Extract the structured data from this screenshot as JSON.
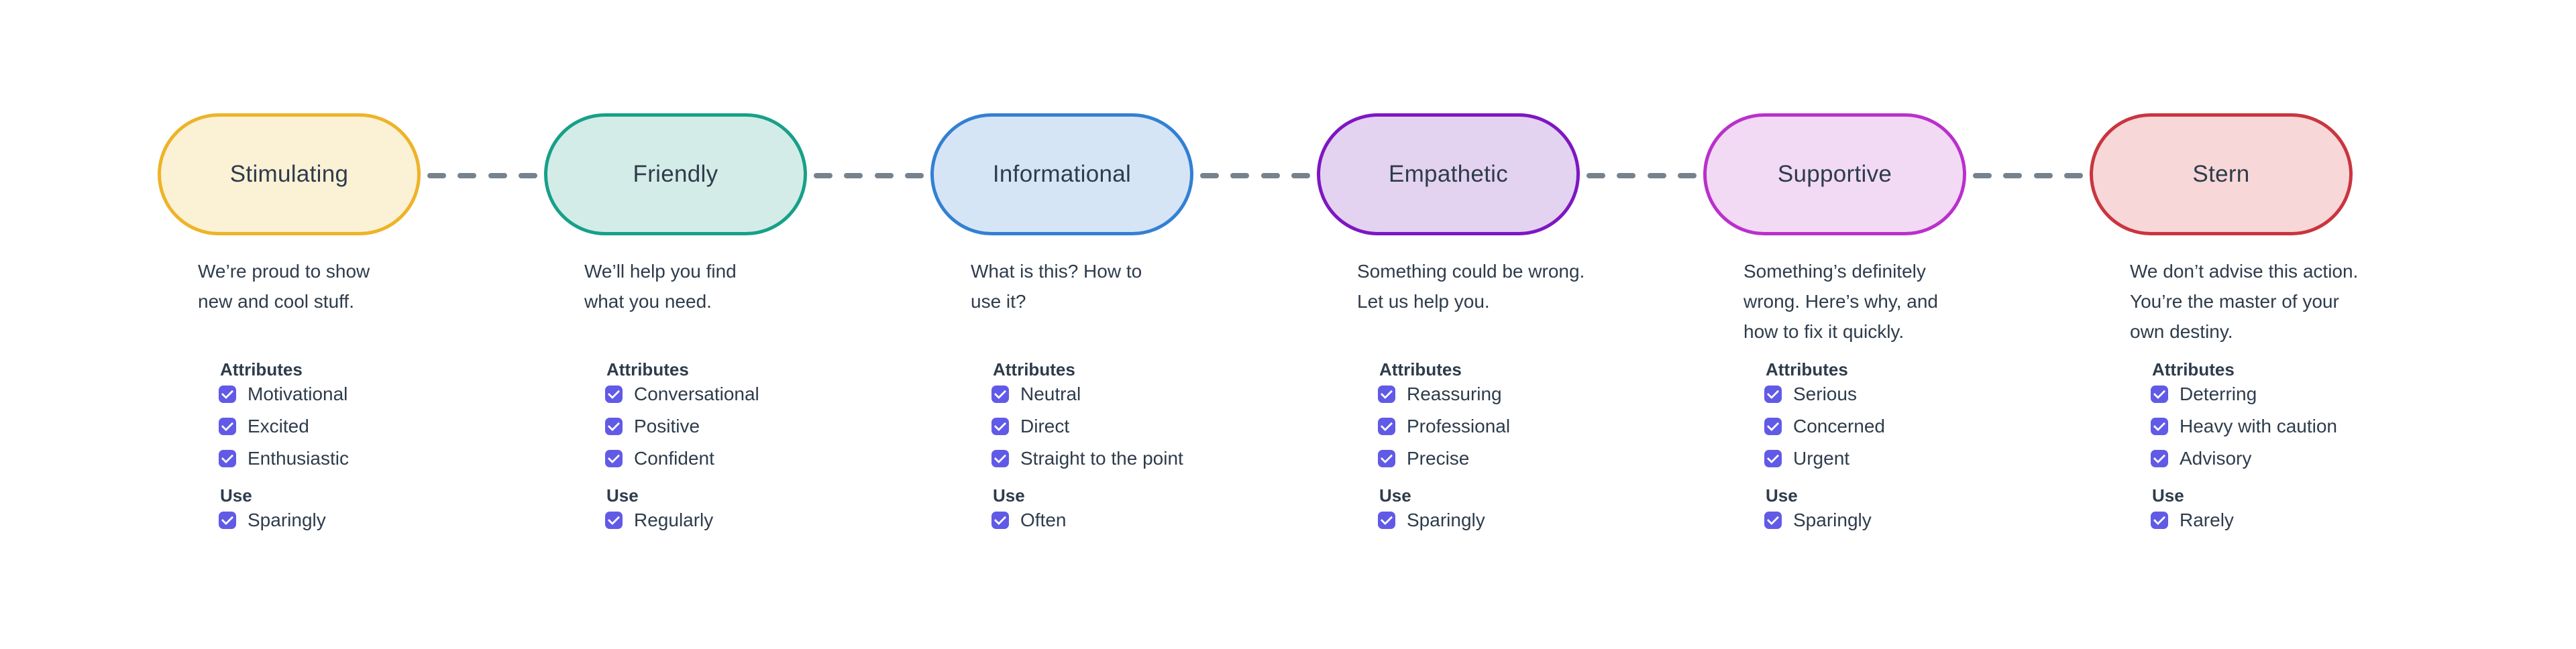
{
  "theme": {
    "text_color": "#2E3C4B",
    "checkbox_color": "#615AE6",
    "dash_color": "#76838E",
    "background_color": "#FFFFFF"
  },
  "labels": {
    "attributes": "Attributes",
    "use": "Use"
  },
  "tones": [
    {
      "name": "Stimulating",
      "description": "We’re proud to show\nnew and cool stuff.",
      "attributes": [
        "Motivational",
        "Excited",
        "Enthusiastic"
      ],
      "use": "Sparingly",
      "colors": {
        "border": "#EEB327",
        "fill": "#FBF1D5"
      }
    },
    {
      "name": "Friendly",
      "description": "We’ll help you find\nwhat you need.",
      "attributes": [
        "Conversational",
        "Positive",
        "Confident"
      ],
      "use": "Regularly",
      "colors": {
        "border": "#17A089",
        "fill": "#D4ECE7"
      }
    },
    {
      "name": "Informational",
      "description": "What is this? How to\nuse it?",
      "attributes": [
        "Neutral",
        "Direct",
        "Straight to the point"
      ],
      "use": "Often",
      "colors": {
        "border": "#3380D4",
        "fill": "#D6E5F6"
      }
    },
    {
      "name": "Empathetic",
      "description": "Something could be wrong.\nLet us help you.",
      "attributes": [
        "Reassuring",
        "Professional",
        "Precise"
      ],
      "use": "Sparingly",
      "colors": {
        "border": "#7D17C2",
        "fill": "#E4D2F1"
      }
    },
    {
      "name": "Supportive",
      "description": "Something’s definitely\nwrong. Here’s why, and\nhow to fix it quickly.",
      "attributes": [
        "Serious",
        "Concerned",
        "Urgent"
      ],
      "use": "Sparingly",
      "colors": {
        "border": "#BA30CC",
        "fill": "#F2DAF4"
      }
    },
    {
      "name": "Stern",
      "description": "We don’t advise this action.\nYou’re the master of your\nown destiny.",
      "attributes": [
        "Deterring",
        "Heavy with caution",
        "Advisory"
      ],
      "use": "Rarely",
      "colors": {
        "border": "#C9353F",
        "fill": "#F7D7D8"
      }
    }
  ]
}
